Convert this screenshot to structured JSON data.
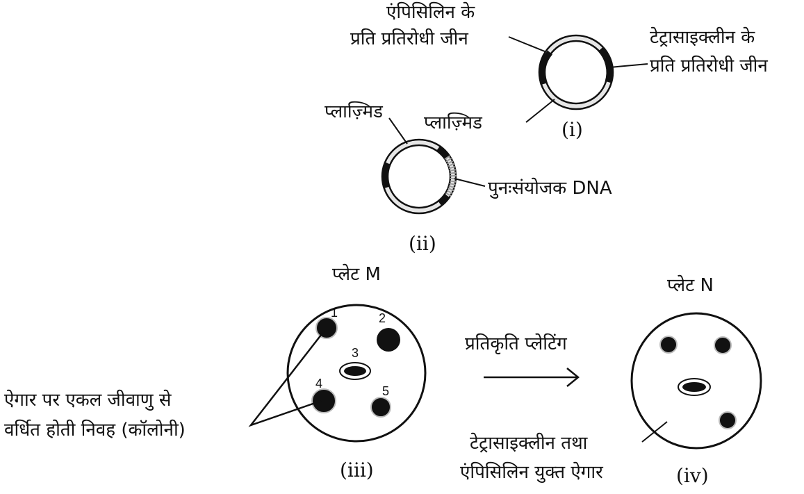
{
  "fig_i": {
    "label_ampicillin": [
      "एंपिसिलिन के",
      "प्रति प्रतिरोधी जीन"
    ],
    "label_tetracycline": [
      "टेट्रासाइक्लीन के",
      "प्रति प्रतिरोधी जीन"
    ],
    "label_plasmid": "प्लाज़्मिड",
    "roman": "(i)"
  },
  "fig_ii": {
    "label_plasmid": "प्लाज़्मिड",
    "label_recombinant_dna": "पुनःसंयोजक DNA",
    "roman": "(ii)"
  },
  "fig_iii": {
    "plate_title": "प्लेट M",
    "colony_numbers": [
      "1",
      "2",
      "3",
      "4",
      "5"
    ],
    "label_colonies": [
      "ऐगार पर एकल जीवाणु से",
      "वर्धित होती निवह (कॉलोनी)"
    ],
    "roman": "(iii)"
  },
  "arrow_label": "प्रतिकृति प्लेटिंग",
  "fig_iv": {
    "plate_title": "प्लेट N",
    "label_agar": [
      "टेट्रासाइक्लीन तथा",
      "एंपिसिलिन युक्त ऐगार"
    ],
    "roman": "(iv)"
  },
  "colors": {
    "ink": "#111111",
    "band": "#e6e6e6",
    "hatch": "#9a9a9a"
  }
}
